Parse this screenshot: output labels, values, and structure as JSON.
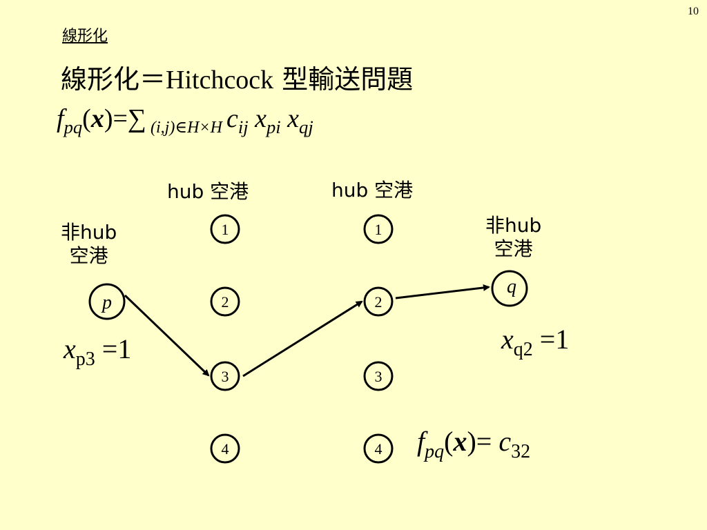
{
  "page_number": "10",
  "section_title": "線形化",
  "title": {
    "jp_prefix": "線形化＝",
    "latin": "Hitchcock",
    "jp_suffix": " 型輸送問題"
  },
  "formula": {
    "f": "f",
    "f_sub": "pq",
    "paren_open": "(",
    "x": "x",
    "paren_close": ")=",
    "sum": "∑",
    "sum_sub": " (i,j)∈H×H ",
    "c": "c",
    "c_sub": "ij",
    "x1": " x",
    "x1_sub": "pi",
    "x2": " x",
    "x2_sub": "qj"
  },
  "hub_column_labels": [
    "hub 空港",
    "hub 空港"
  ],
  "nonhub_left": {
    "line1": "非hub",
    "line2": "空港"
  },
  "nonhub_right": {
    "line1": "非hub",
    "line2": "空港"
  },
  "nodes": {
    "left_column": [
      "1",
      "2",
      "3",
      "4"
    ],
    "right_column": [
      "1",
      "2",
      "3",
      "4"
    ],
    "origin": "p",
    "destination": "q"
  },
  "eq_left": {
    "x": "x",
    "sub": "p3",
    "rhs": " =1"
  },
  "eq_right": {
    "x": "x",
    "sub": "q2",
    "rhs": " =1"
  },
  "result": {
    "f": "f",
    "f_sub": "pq",
    "paren_open": "(",
    "x": "x",
    "paren_close": ")= ",
    "c": "c",
    "c_sub": "32"
  },
  "colors": {
    "background": "#ffffcc",
    "ink": "#000000"
  }
}
